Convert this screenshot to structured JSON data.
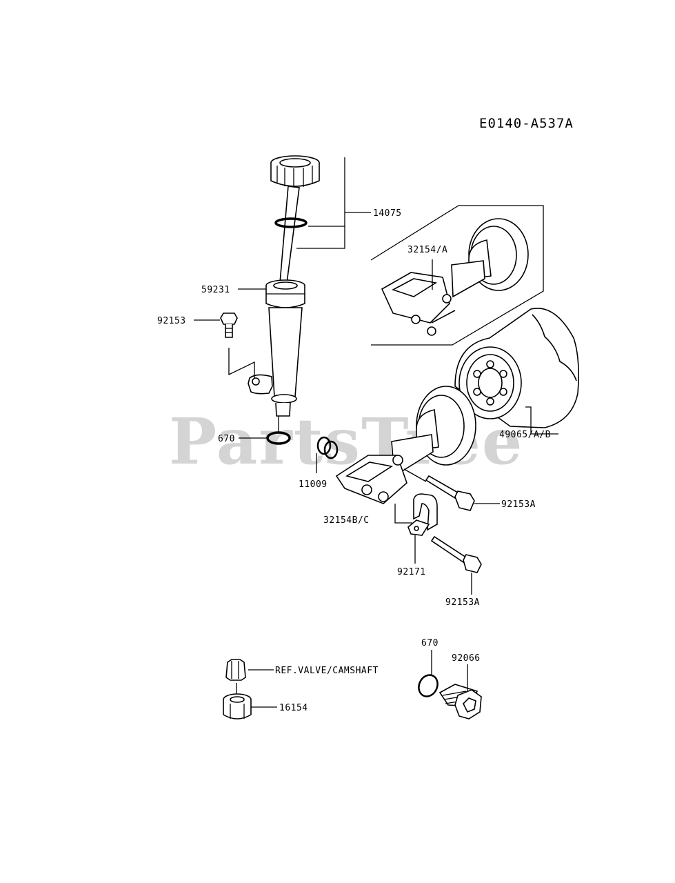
{
  "diagram_code": "E0140-A537A",
  "watermark": "PartsTree",
  "labels": {
    "l14075": "14075",
    "l32154a": "32154/A",
    "l59231": "59231",
    "l92153": "92153",
    "l670a": "670",
    "l11009": "11009",
    "l49065": "49065/A/B",
    "l92153a1": "92153A",
    "l32154bc": "32154B/C",
    "l92171": "92171",
    "l92153a2": "92153A",
    "l670b": "670",
    "l92066": "92066",
    "lref": "REF.VALVE/CAMSHAFT",
    "l16154": "16154"
  }
}
